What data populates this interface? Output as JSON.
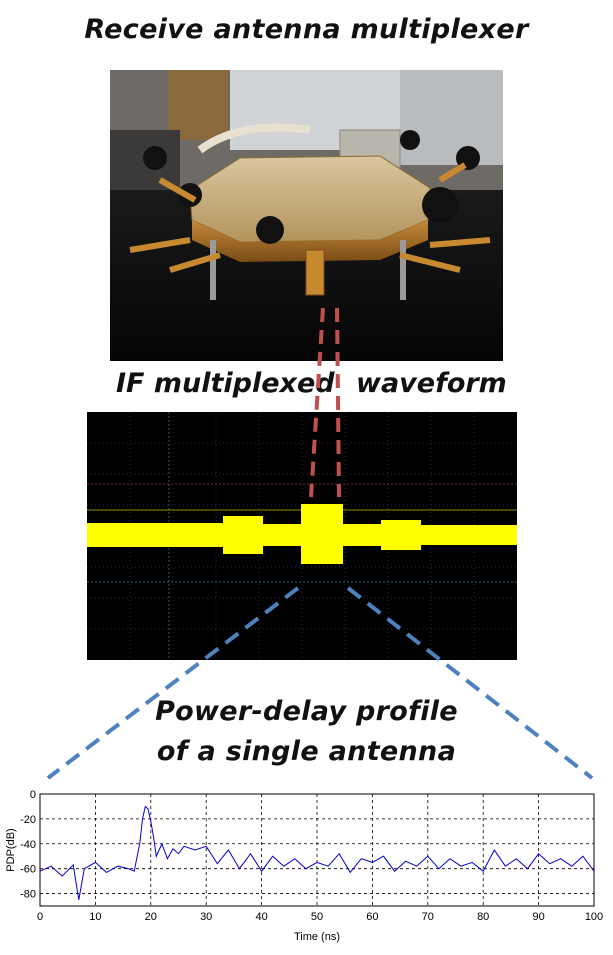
{
  "titles": {
    "top": "Receive antenna multiplexer",
    "waveform_left": "IF multiplexed",
    "waveform_right": "waveform",
    "pdp_line1": "Power-delay profile",
    "pdp_line2": "of a single antenna"
  },
  "colors": {
    "waveform": "#ffff00",
    "scope_bg": "#000000",
    "red_dash": "#c0504d",
    "blue_dash": "#4f81bd",
    "pdp_trace": "#0000cc"
  },
  "chart_data": {
    "type": "line",
    "xlabel": "Time (ns)",
    "ylabel": "PDP(dB)",
    "xlim": [
      0,
      100
    ],
    "ylim": [
      -90,
      0
    ],
    "x_ticks": [
      "0",
      "10",
      "20",
      "30",
      "40",
      "50",
      "60",
      "70",
      "80",
      "90",
      "100"
    ],
    "y_ticks": [
      "0",
      "-20",
      "-40",
      "-60",
      "-80"
    ],
    "grid": true,
    "series": [
      {
        "x": [
          0,
          2,
          4,
          6,
          7,
          8,
          10,
          12,
          14,
          16,
          17,
          18,
          18.5,
          19,
          19.5,
          20,
          20.5,
          21,
          22,
          23,
          24,
          25,
          26,
          28,
          30,
          32,
          34,
          36,
          38,
          40,
          42,
          44,
          46,
          48,
          50,
          52,
          54,
          56,
          58,
          60,
          62,
          64,
          66,
          68,
          70,
          72,
          74,
          76,
          78,
          80,
          82,
          84,
          86,
          88,
          90,
          92,
          94,
          96,
          98,
          100
        ],
        "y": [
          -62,
          -58,
          -66,
          -57,
          -85,
          -60,
          -55,
          -63,
          -58,
          -60,
          -62,
          -40,
          -20,
          -10,
          -12,
          -22,
          -35,
          -50,
          -40,
          -52,
          -44,
          -48,
          -42,
          -45,
          -42,
          -56,
          -45,
          -60,
          -48,
          -62,
          -50,
          -58,
          -52,
          -60,
          -55,
          -58,
          -48,
          -63,
          -52,
          -55,
          -50,
          -62,
          -54,
          -58,
          -50,
          -60,
          -52,
          -58,
          -55,
          -62,
          -45,
          -58,
          -52,
          -60,
          -48,
          -56,
          -52,
          -58,
          -50,
          -62
        ]
      }
    ]
  }
}
